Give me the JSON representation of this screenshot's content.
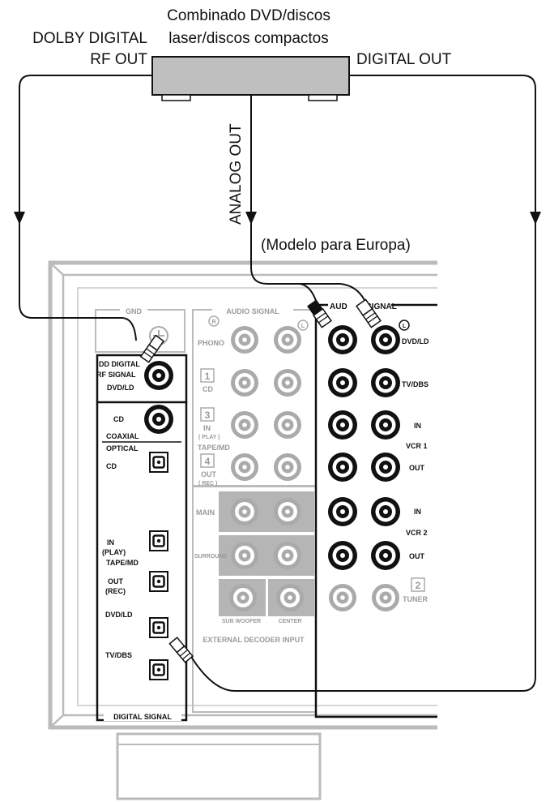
{
  "source_device": {
    "label_line1": "Combinado DVD/discos",
    "label_line2": "laser/discos compactos"
  },
  "outputs": {
    "rf_line1": "DOLBY DIGITAL",
    "rf_line2": "RF OUT",
    "digital": "DIGITAL OUT",
    "analog": "ANALOG OUT"
  },
  "model_note": "(Modelo para Europa)",
  "panel": {
    "gnd": "GND",
    "audio_signal_left": "AUDIO SIGNAL",
    "audio_signal_right_a": "AUD",
    "audio_signal_right_b": "SIGNAL",
    "ch_r": "R",
    "ch_l": "L",
    "rf_signal_1": "DD DIGITAL",
    "rf_signal_2": "RF SIGNAL",
    "rf_dvd": "DVD/LD",
    "coax_cd": "CD",
    "coaxial": "COAXIAL",
    "optical": "OPTICAL",
    "opt_cd": "CD",
    "opt_in": "IN",
    "opt_play": "(PLAY)",
    "tape_md": "TAPE/MD",
    "opt_out": "OUT",
    "opt_rec": "(REC)",
    "opt_dvd": "DVD/LD",
    "opt_tv": "TV/DBS",
    "digital_signal": "DIGITAL SIGNAL",
    "phono": "PHONO",
    "num1": "1",
    "cd": "CD",
    "num3": "3",
    "in": "IN",
    "play": "( PLAY )",
    "tape_md_gray": "TAPE/MD",
    "num4": "4",
    "out": "OUT",
    "rec": "( REC )",
    "main": "MAIN",
    "surround": "SURROUND",
    "sub_woofer": "SUB WOOFER",
    "center": "CENTER",
    "ext_decoder": "EXTERNAL DECODER INPUT",
    "r_dvd": "DVD/LD",
    "r_tv": "TV/DBS",
    "r_in1": "IN",
    "vcr1": "VCR 1",
    "r_out1": "OUT",
    "r_in2": "IN",
    "vcr2": "VCR 2",
    "r_out2": "OUT",
    "num2": "2",
    "tuner": "TUNER"
  }
}
